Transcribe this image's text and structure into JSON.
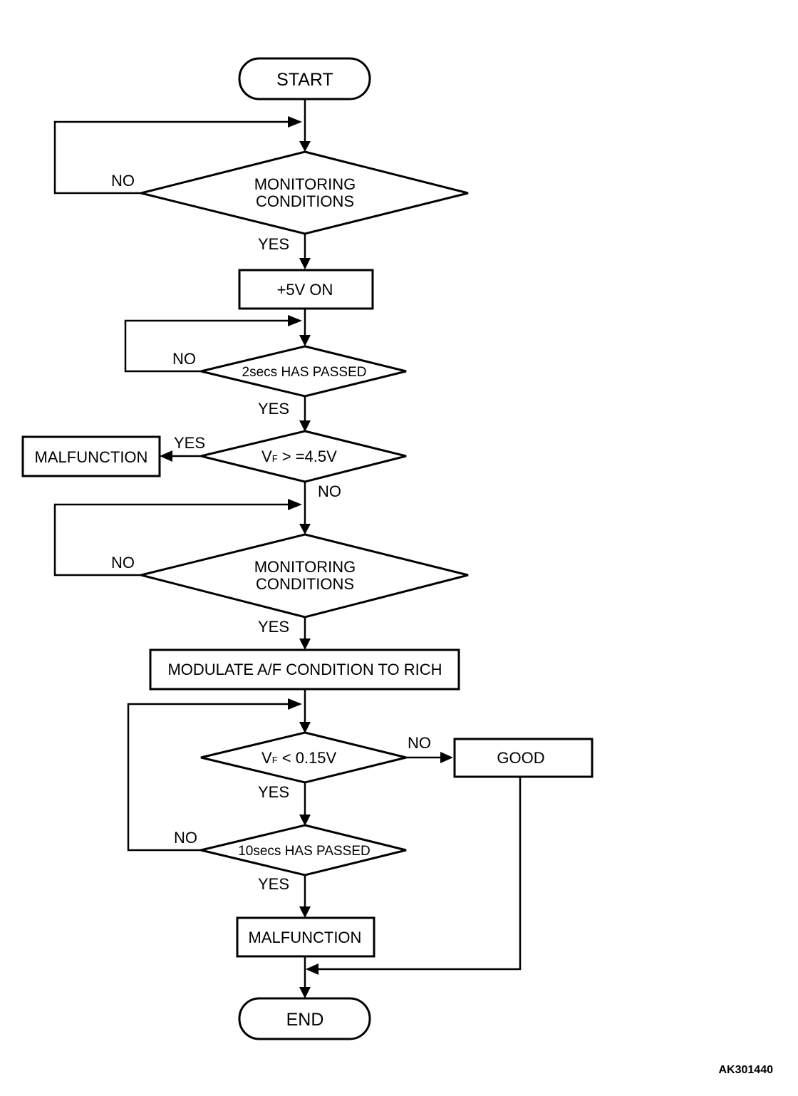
{
  "flowchart": {
    "start": "START",
    "end": "END",
    "monitoring_1": [
      "MONITORING",
      "CONDITIONS"
    ],
    "monitoring_2": [
      "MONITORING",
      "CONDITIONS"
    ],
    "plus5v": "+5V ON",
    "two_secs": "2secs HAS PASSED",
    "vf_high": {
      "var": "V",
      "sub": "F",
      "rest": " > =4.5V"
    },
    "malfunction_left": "MALFUNCTION",
    "modulate": "MODULATE A/F CONDITION TO RICH",
    "vf_low": {
      "var": "V",
      "sub": "F",
      "rest": " < 0.15V"
    },
    "good": "GOOD",
    "ten_secs": "10secs HAS PASSED",
    "malfunction_bottom": "MALFUNCTION",
    "yes": "YES",
    "no": "NO"
  },
  "figure_id": "AK301440"
}
